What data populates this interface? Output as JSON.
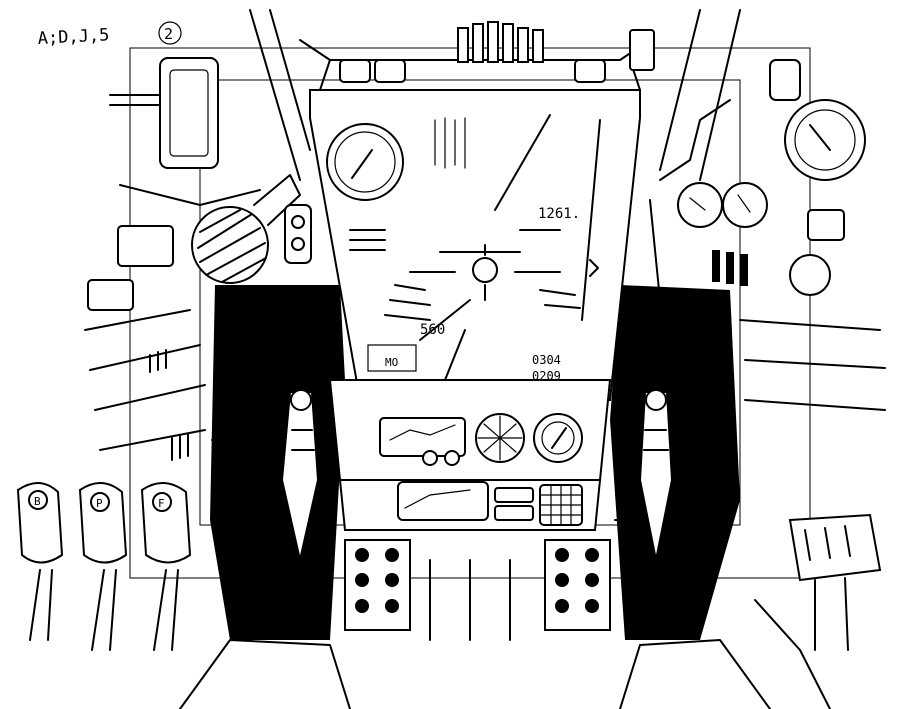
{
  "sketch_labels": {
    "scene_code": "A;D,J,5",
    "panel_number": "2"
  },
  "hud": {
    "altitude_readout": "1261.",
    "speed_readout": "560",
    "counter_top": "0304",
    "counter_bottom": "0209",
    "mode_readout": "MO"
  },
  "stick_buttons": {
    "left": "B",
    "middle": "P",
    "right": "F"
  },
  "colors": {
    "ink": "#000000",
    "paper": "#ffffff"
  }
}
